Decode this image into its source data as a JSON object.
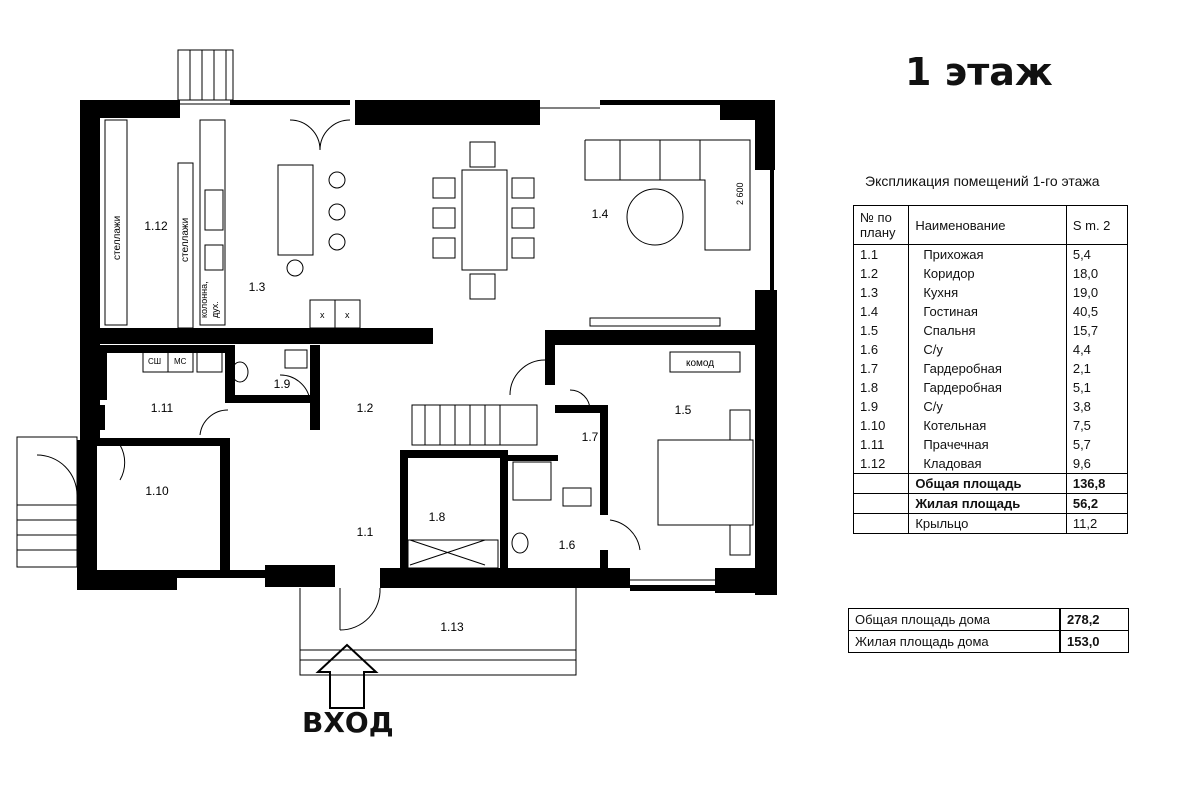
{
  "title": "1 этаж",
  "entrance_label": "ВХОД",
  "rooms": {
    "r1_1": "1.1",
    "r1_2": "1.2",
    "r1_3": "1.3",
    "r1_4": "1.4",
    "r1_5": "1.5",
    "r1_6": "1.6",
    "r1_7": "1.7",
    "r1_8": "1.8",
    "r1_9": "1.9",
    "r1_10": "1.10",
    "r1_11": "1.11",
    "r1_12": "1.12",
    "r1_13": "1.13"
  },
  "plan_labels": {
    "shelves": "стеллажи",
    "shelves_2": "стеллажи",
    "column": "колонна,",
    "oven": "дух.",
    "dresser": "комод",
    "dishwasher": "СШ",
    "washer": "МС",
    "dimension": "2 600",
    "hob_mark_1": "x",
    "hob_mark_2": "x"
  },
  "explication": {
    "caption": "Экспликация помещений 1-го этажа",
    "headers": {
      "num": "№ по плану",
      "name": "Наименование",
      "area": "S m. 2"
    },
    "rows": [
      {
        "num": "1.1",
        "name": "Прихожая",
        "area": "5,4"
      },
      {
        "num": "1.2",
        "name": "Коридор",
        "area": "18,0"
      },
      {
        "num": "1.3",
        "name": "Кухня",
        "area": "19,0"
      },
      {
        "num": "1.4",
        "name": "Гостиная",
        "area": "40,5"
      },
      {
        "num": "1.5",
        "name": "Спальня",
        "area": "15,7"
      },
      {
        "num": "1.6",
        "name": "С/у",
        "area": "4,4"
      },
      {
        "num": "1.7",
        "name": "Гардеробная",
        "area": "2,1"
      },
      {
        "num": "1.8",
        "name": "Гардеробная",
        "area": "5,1"
      },
      {
        "num": "1.9",
        "name": "С/у",
        "area": "3,8"
      },
      {
        "num": "1.10",
        "name": "Котельная",
        "area": "7,5"
      },
      {
        "num": "1.11",
        "name": "Прачечная",
        "area": "5,7"
      },
      {
        "num": "1.12",
        "name": "Кладовая",
        "area": "9,6"
      }
    ],
    "total_area_label": "Общая площадь",
    "total_area": "136,8",
    "living_area_label": "Жилая площадь",
    "living_area": "56,2",
    "porch_label": "Крыльцо",
    "porch_area": "11,2"
  },
  "house_totals": [
    {
      "label": "Общая площадь дома",
      "value": "278,2"
    },
    {
      "label": "Жилая площадь дома",
      "value": "153,0"
    }
  ]
}
